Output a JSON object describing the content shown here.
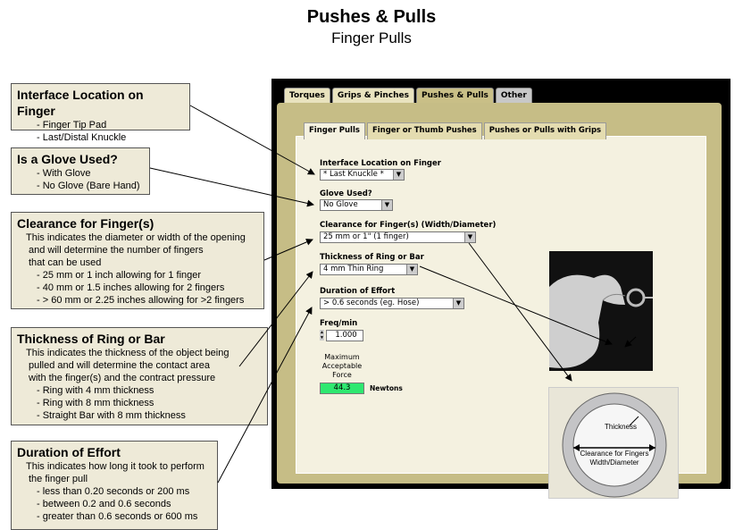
{
  "title": "Pushes & Pulls",
  "subtitle": "Finger Pulls",
  "callouts": {
    "interface": {
      "heading": "Interface Location on Finger",
      "items": [
        "- Finger Tip Pad",
        "- Last/Distal Knuckle"
      ]
    },
    "glove": {
      "heading": "Is a Glove Used?",
      "items": [
        "- With Glove",
        "- No Glove (Bare Hand)"
      ]
    },
    "clearance": {
      "heading": "Clearance for Finger(s)",
      "desc": [
        "This indicates the diameter or width of the opening",
        "and will determine the number of fingers",
        "that can be used"
      ],
      "items": [
        "- 25 mm or 1 inch allowing for 1 finger",
        "- 40 mm or 1.5 inches allowing for 2 fingers",
        "- > 60 mm or 2.25 inches allowing for >2 fingers"
      ]
    },
    "thickness": {
      "heading": "Thickness of Ring or Bar",
      "desc": [
        "This indicates the thickness of the object being",
        "pulled and will determine the contact area",
        "with the finger(s) and the contract pressure"
      ],
      "items": [
        "- Ring with 4 mm thickness",
        "- Ring with 8 mm thickness",
        "- Straight Bar with 8 mm thickness"
      ]
    },
    "duration": {
      "heading": "Duration of Effort",
      "desc": [
        "This indicates how long it took to perform",
        "the finger pull"
      ],
      "items": [
        "- less than 0.20 seconds or 200 ms",
        "- between 0.2 and 0.6 seconds",
        "- greater than 0.6 seconds or 600 ms"
      ]
    }
  },
  "app": {
    "tabs": [
      "Torques",
      "Grips & Pinches",
      "Pushes & Pulls",
      "Other"
    ],
    "subtabs": [
      "Finger Pulls",
      "Finger or Thumb Pushes",
      "Pushes or Pulls with Grips"
    ],
    "interface_label": "Interface Location on Finger",
    "interface_value": "* Last Knuckle *",
    "glove_label": "Glove Used?",
    "glove_value": "No Glove",
    "clearance_label": "Clearance for Finger(s) (Width/Diameter)",
    "clearance_value": "25 mm or 1\" (1 finger)",
    "thickness_label": "Thickness of Ring or Bar",
    "thickness_value": "4 mm Thin Ring",
    "duration_label": "Duration of Effort",
    "duration_value": "> 0.6 seconds (eg. Hose)",
    "freq_label": "Freq/min",
    "freq_value": "1.000",
    "force_label": [
      "Maximum",
      "Acceptable",
      "Force"
    ],
    "force_value": "44.3",
    "force_unit": "Newtons",
    "diagram": {
      "thickness": "Thickness",
      "clearance": [
        "Clearance for Fingers",
        "Width/Diameter"
      ]
    }
  },
  "colors": {
    "force_bg": "#2ee870",
    "panel": "#c6bd86"
  }
}
